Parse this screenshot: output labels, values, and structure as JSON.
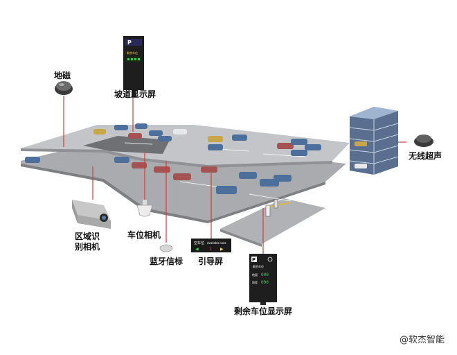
{
  "labels": {
    "geomagnetic": "地磁",
    "ramp_screen": "坡道显示屏",
    "wireless_ultrasonic": "无线超声",
    "zone_camera_line1": "区域识",
    "zone_camera_line2": "别相机",
    "space_camera": "车位相机",
    "bluetooth_beacon": "蓝牙信标",
    "guide_screen": "引导屏",
    "remaining_screen": "剩余车位显示屏"
  },
  "guide_screen_text": {
    "line1_cn": "空车位",
    "line1_en": "Available Lots",
    "value": "1"
  },
  "remaining_screen_text": {
    "header": "剩余车位",
    "row1_label": "地面",
    "row1_value": "000",
    "row2_label": "地库",
    "row2_value": "000"
  },
  "ramp_screen_text": {
    "header": "剩余车位"
  },
  "watermark": "@软杰智能",
  "colors": {
    "leader_line": "#d43a3a",
    "floor_top": "#b7b9bd",
    "floor_side": "#8a8c90",
    "led_green": "#39d353",
    "car_blue": "#4d6f9c",
    "car_red": "#a45252",
    "car_white": "#e8e8ec"
  }
}
